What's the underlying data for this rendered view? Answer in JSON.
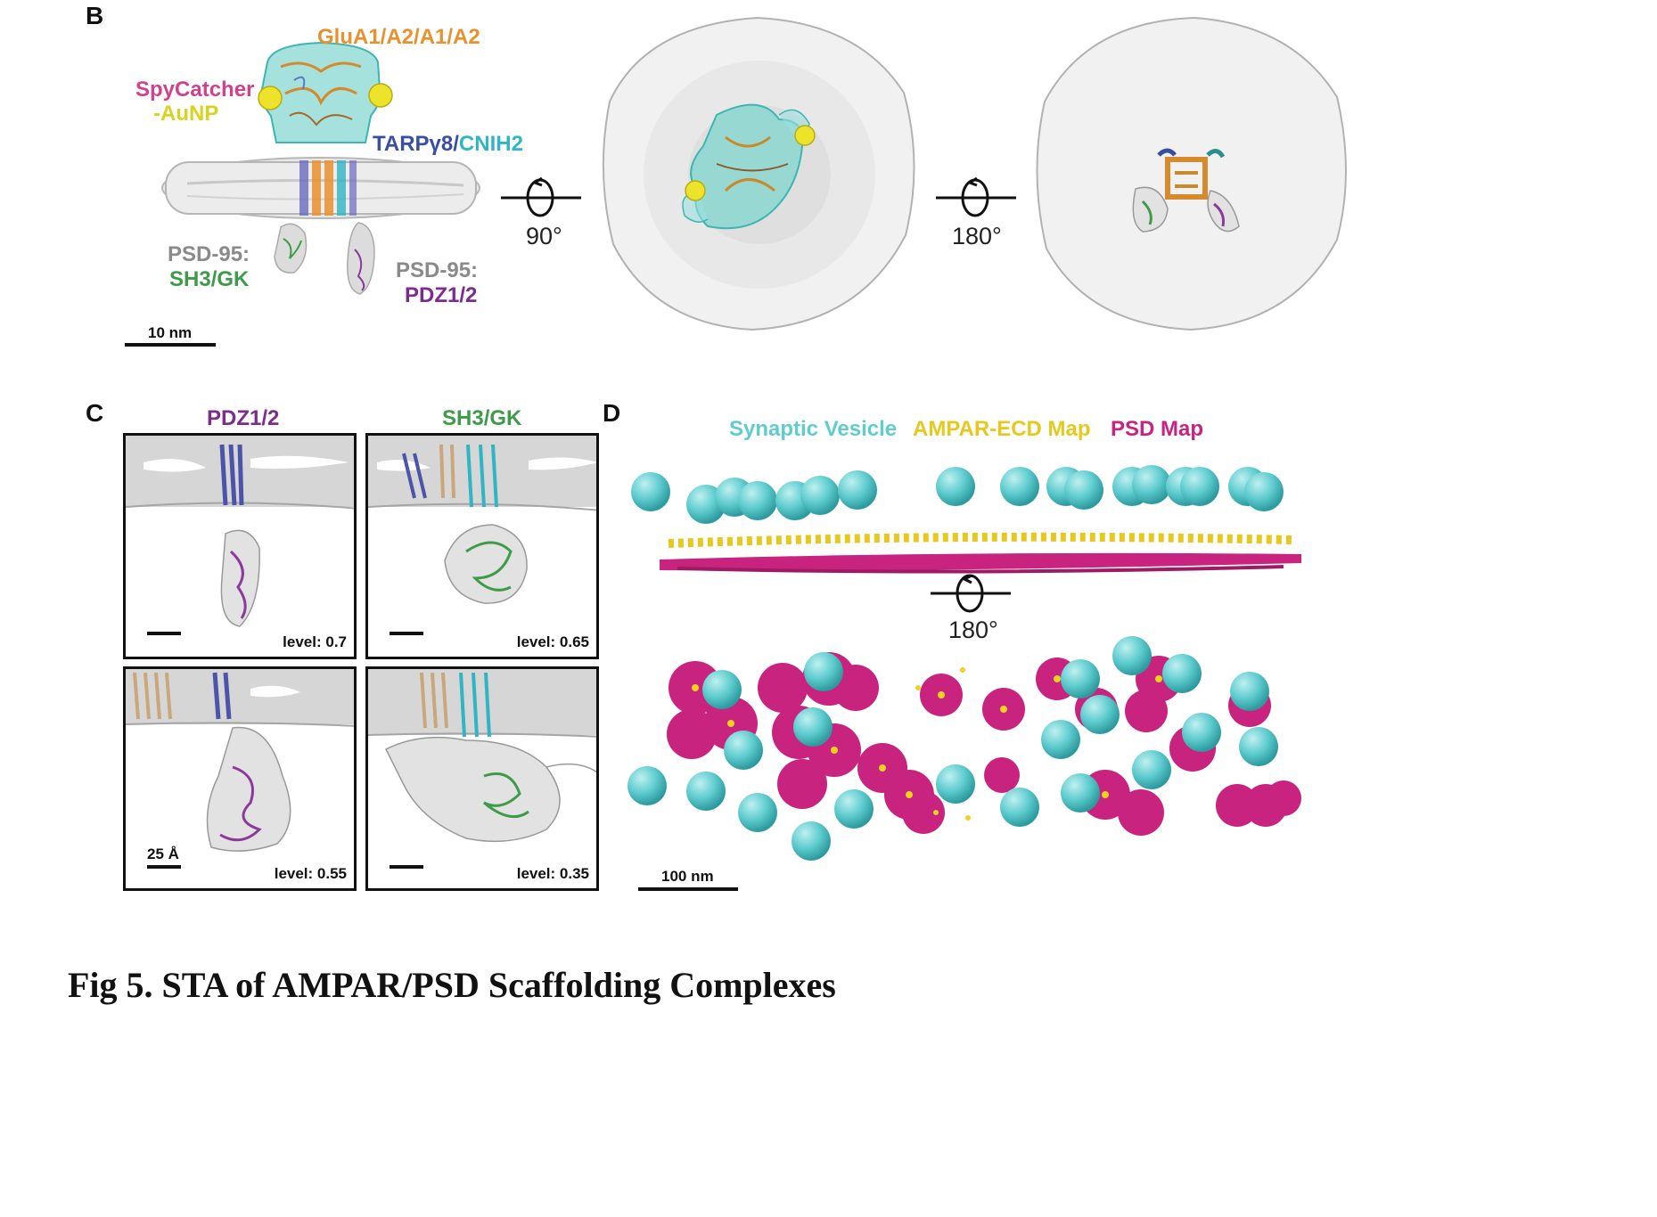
{
  "panels": {
    "B": {
      "letter": "B",
      "glua": "GluA1/A2/A1/A2",
      "spycatcher_1": "SpyCatcher",
      "spycatcher_2": "-AuNP",
      "tarp": "TARPγ8",
      "tarp_sep": "/",
      "cnih": "CNIH2",
      "psd95_a": "PSD-95:",
      "sh3gk": "SH3/GK",
      "psd95_b": "PSD-95:",
      "pdz": "PDZ1/2",
      "scale": "10 nm",
      "rot1": "90°",
      "rot2": "180°"
    },
    "C": {
      "letter": "C",
      "col1": "PDZ1/2",
      "col2": "SH3/GK",
      "levels": [
        "level: 0.7",
        "level: 0.65",
        "level: 0.55",
        "level: 0.35"
      ],
      "scale": "25 Å"
    },
    "D": {
      "letter": "D",
      "legend_vesicle": "Synaptic Vesicle",
      "legend_ampar": "AMPAR-ECD Map",
      "legend_psd": "PSD Map",
      "rot": "180°",
      "scale": "100 nm"
    }
  },
  "colors": {
    "glua": "#e8912e",
    "spycatcher": "#d0418e",
    "aunp": "#d9d21e",
    "tarp": "#3a4fa0",
    "cnih": "#2fb5c4",
    "psd_gray": "#8a8a8a",
    "sh3": "#3f9b4a",
    "pdz": "#7b2c8c",
    "vesicle": "#5fcccf",
    "ampar": "#e6c81e",
    "psd": "#c8237e"
  },
  "caption": "Fig 5. STA of AMPAR/PSD Scaffolding Complexes"
}
